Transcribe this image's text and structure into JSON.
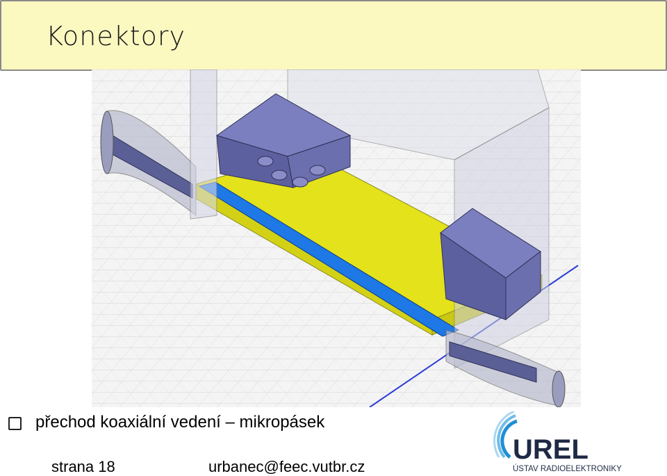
{
  "header": {
    "title": "Konektory"
  },
  "figure": {
    "icon": "coax-microstrip-transition-3d-model"
  },
  "bullet": {
    "text": "přechod koaxiální vedení – mikropásek"
  },
  "footer": {
    "page": "strana 18",
    "email": "urbanec@feec.vutbr.cz"
  },
  "logo": {
    "name": "UREL",
    "subtitle": "ÚSTAV RADIOELEKTRONIKY",
    "color": "#1f4e8c"
  },
  "colors": {
    "title_bg": "#fbf8c0",
    "substrate": "#e3e21b",
    "strip": "#1e78e6",
    "enclosure": "#6a6fb0"
  }
}
